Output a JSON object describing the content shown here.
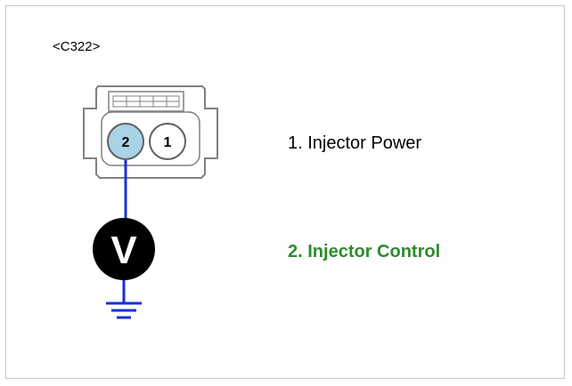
{
  "connector": {
    "id_label": "<C322>",
    "pins": [
      {
        "number": "1",
        "highlighted": false
      },
      {
        "number": "2",
        "highlighted": true
      }
    ]
  },
  "meter": {
    "symbol": "V"
  },
  "legend": [
    {
      "text": "1. Injector Power",
      "color": "#000000"
    },
    {
      "text": "2. Injector Control",
      "color": "#2e8b2e"
    }
  ],
  "colors": {
    "wire": "#1a2fd6",
    "pin_highlight": "#a9d3e6",
    "connector_body": "#ffffff",
    "meter_fill": "#000000"
  }
}
